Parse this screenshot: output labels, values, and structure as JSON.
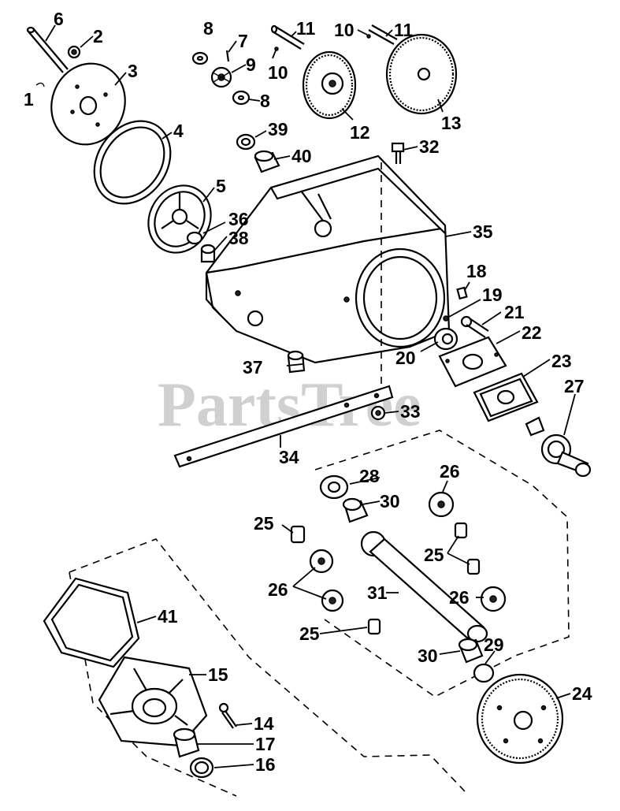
{
  "watermark": "PartsTree",
  "callouts": {
    "p1": "1",
    "p2": "2",
    "p3": "3",
    "p4": "4",
    "p5": "5",
    "p6": "6",
    "p7": "7",
    "p8a": "8",
    "p8b": "8",
    "p9": "9",
    "p10a": "10",
    "p10b": "10",
    "p11a": "11",
    "p11b": "11",
    "p12": "12",
    "p13": "13",
    "p14": "14",
    "p15": "15",
    "p16": "16",
    "p17": "17",
    "p18": "18",
    "p19": "19",
    "p20": "20",
    "p21": "21",
    "p22": "22",
    "p23": "23",
    "p24": "24",
    "p25a": "25",
    "p25b": "25",
    "p25c": "25",
    "p26a": "26",
    "p26b": "26",
    "p26c": "26",
    "p27": "27",
    "p28": "28",
    "p29": "29",
    "p30a": "30",
    "p30b": "30",
    "p31": "31",
    "p32": "32",
    "p33": "33",
    "p34": "34",
    "p35": "35",
    "p36": "36",
    "p37": "37",
    "p38": "38",
    "p39": "39",
    "p40": "40",
    "p41": "41"
  }
}
